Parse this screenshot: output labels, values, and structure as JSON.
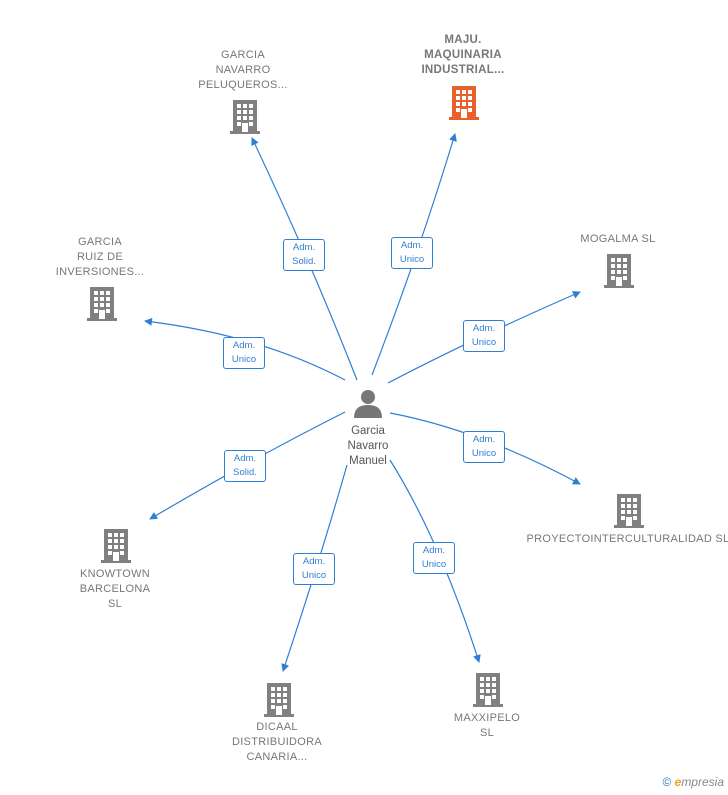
{
  "colors": {
    "edge": "#2f7fd4",
    "building": "#808080",
    "building_highlight": "#e8602c",
    "person": "#777777"
  },
  "center": {
    "name": "Garcia\nNavarro\nManuel",
    "icon": "person-icon"
  },
  "companies": [
    {
      "id": "garcia-navarro-peluqueros",
      "name": "GARCIA\nNAVARRO\nPELUQUEROS...",
      "role": "Adm.\nSolid.",
      "highlight": false
    },
    {
      "id": "maju-maquinaria",
      "name": "MAJU.\nMAQUINARIA\nINDUSTRIAL...",
      "role": "Adm.\nUnico",
      "highlight": true
    },
    {
      "id": "mogalma",
      "name": "MOGALMA  SL",
      "role": "Adm.\nUnico",
      "highlight": false
    },
    {
      "id": "garcia-ruiz",
      "name": "GARCIA\nRUIZ DE\nINVERSIONES...",
      "role": "Adm.\nUnico",
      "highlight": false
    },
    {
      "id": "proyectointerculturalidad",
      "name": "PROYECTOINTERCULTURALIDAD SL",
      "role": "Adm.\nUnico",
      "highlight": false
    },
    {
      "id": "knowtown",
      "name": "KNOWTOWN\nBARCELONA\nSL",
      "role": "Adm.\nSolid.",
      "highlight": false
    },
    {
      "id": "dicaal",
      "name": "DICAAL\nDISTRIBUIDORA\nCANARIA...",
      "role": "Adm.\nUnico",
      "highlight": false
    },
    {
      "id": "maxxipelo",
      "name": "MAXXIPELO\nSL",
      "role": "Adm.\nUnico",
      "highlight": false
    }
  ],
  "footer": {
    "copyright": "©",
    "brand": "mpresia",
    "brand_initial": "e"
  }
}
